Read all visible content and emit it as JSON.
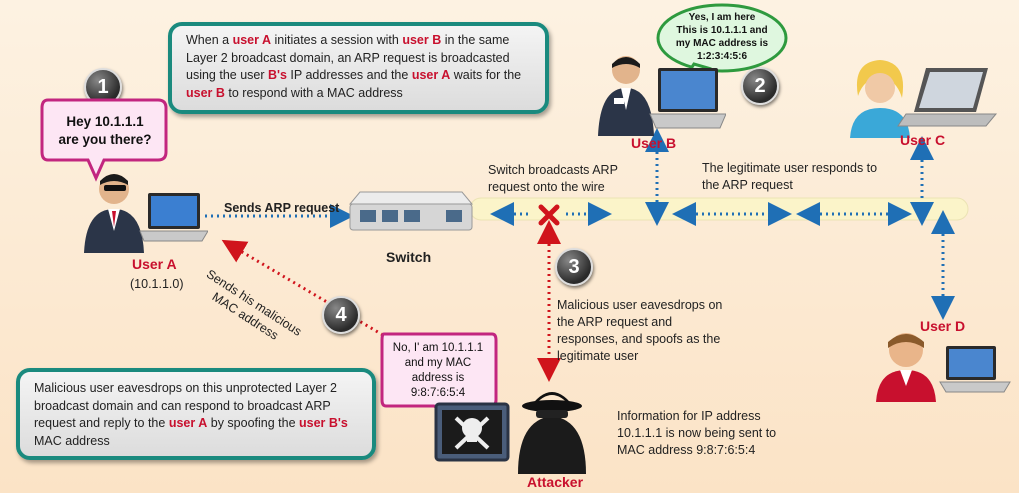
{
  "top_box": {
    "p1": "When a ",
    "userA": "user A",
    "p2": " initiates a session with ",
    "userB": "user B",
    "p3": " in the same Layer 2 broadcast domain, an ARP request is broadcasted using the user ",
    "userBs": "B's",
    "p4": " IP addresses and the ",
    "userA2": "user A",
    "p5": " waits for the ",
    "userB2": "user B",
    "p6": " to respond with a MAC address"
  },
  "bottom_box": {
    "p1": "Malicious user eavesdrops on this unprotected Layer 2 broadcast domain and can respond to broadcast ARP request and reply to the ",
    "userA": "user A",
    "p2": " by spoofing the ",
    "userBs": "user B's",
    "p3": " MAC address"
  },
  "bubbles": {
    "user_a": {
      "line1": "Hey 10.1.1.1",
      "line2": "are you there?"
    },
    "user_b": {
      "line1": "Yes, I am here",
      "line2": "This is 10.1.1.1 and",
      "line3": "my MAC address is",
      "line4": "1:2:3:4:5:6"
    },
    "attacker": {
      "line1": "No, I' am 10.1.1.1",
      "line2": "and my MAC",
      "line3": "address is",
      "line4": "9:8:7:6:5:4"
    }
  },
  "steps": [
    "1",
    "2",
    "3",
    "4"
  ],
  "nodes": {
    "user_a": {
      "name": "User A",
      "ip": "(10.1.1.0)"
    },
    "user_b": {
      "name": "User B"
    },
    "user_c": {
      "name": "User C"
    },
    "user_d": {
      "name": "User D"
    },
    "switch": {
      "name": "Switch"
    },
    "attacker": {
      "name": "Attacker"
    }
  },
  "labels": {
    "sends_arp": "Sends ARP request",
    "switch_broadcasts_1": "Switch broadcasts ARP",
    "switch_broadcasts_2": "request onto the wire",
    "legit_1": "The legitimate user responds to",
    "legit_2": "the ARP request",
    "sends_mac_1": "Sends his malicious",
    "sends_mac_2": "MAC address",
    "eaves_1": "Malicious user eavesdrops on",
    "eaves_2": "the ARP request and",
    "eaves_3": "responses, and spoofs as the",
    "eaves_4": "legitimate user",
    "info_1": "Information for IP address",
    "info_2": "10.1.1.1 is now being sent to",
    "info_3": "MAC address 9:8:7:6:5:4"
  },
  "colors": {
    "accent_red": "#c8102e",
    "box_border": "#1a8a7e",
    "bubble_pink": "#c2267f",
    "bubble_green": "#2e9a3e",
    "arrow_blue": "#1f6fb5"
  }
}
